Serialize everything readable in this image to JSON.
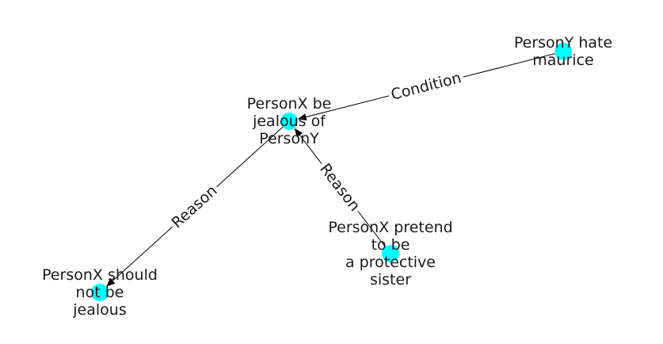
{
  "colors": {
    "node": "#00ffff",
    "edge": "#000000",
    "text": "#1a1a1a"
  },
  "nodes": [
    {
      "id": "jealous",
      "lines": [
        "PersonX be",
        "jealous of",
        "PersonY"
      ]
    },
    {
      "id": "hate",
      "lines": [
        "PersonY hate",
        "maurice"
      ]
    },
    {
      "id": "pretend",
      "lines": [
        "PersonX pretend",
        "to be",
        "a protective",
        "sister"
      ]
    },
    {
      "id": "notjealous",
      "lines": [
        "PersonX should",
        "not be",
        "jealous"
      ]
    }
  ],
  "edges": [
    {
      "from": "hate",
      "to": "jealous",
      "label": "Condition"
    },
    {
      "from": "jealous",
      "to": "notjealous",
      "label": "Reason"
    },
    {
      "from": "pretend",
      "to": "jealous",
      "label": "Reason"
    }
  ]
}
